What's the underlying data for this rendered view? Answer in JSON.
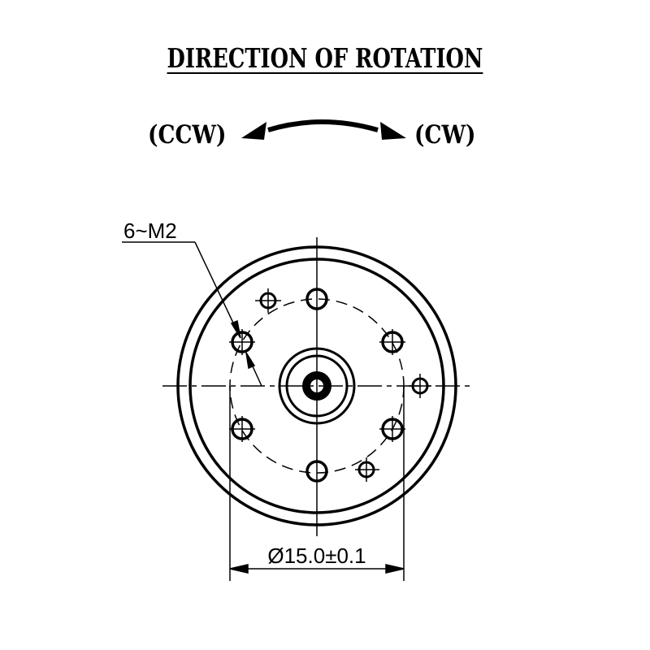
{
  "title": "DIRECTION OF ROTATION",
  "rotation": {
    "ccw_label": "(CCW)",
    "cw_label": "(CW)"
  },
  "annotations": {
    "hole_callout": "6~M2",
    "diameter_dimension": "Ø15.0±0.1"
  },
  "colors": {
    "ink": "#000000",
    "arrow": "#0a0a1e"
  }
}
